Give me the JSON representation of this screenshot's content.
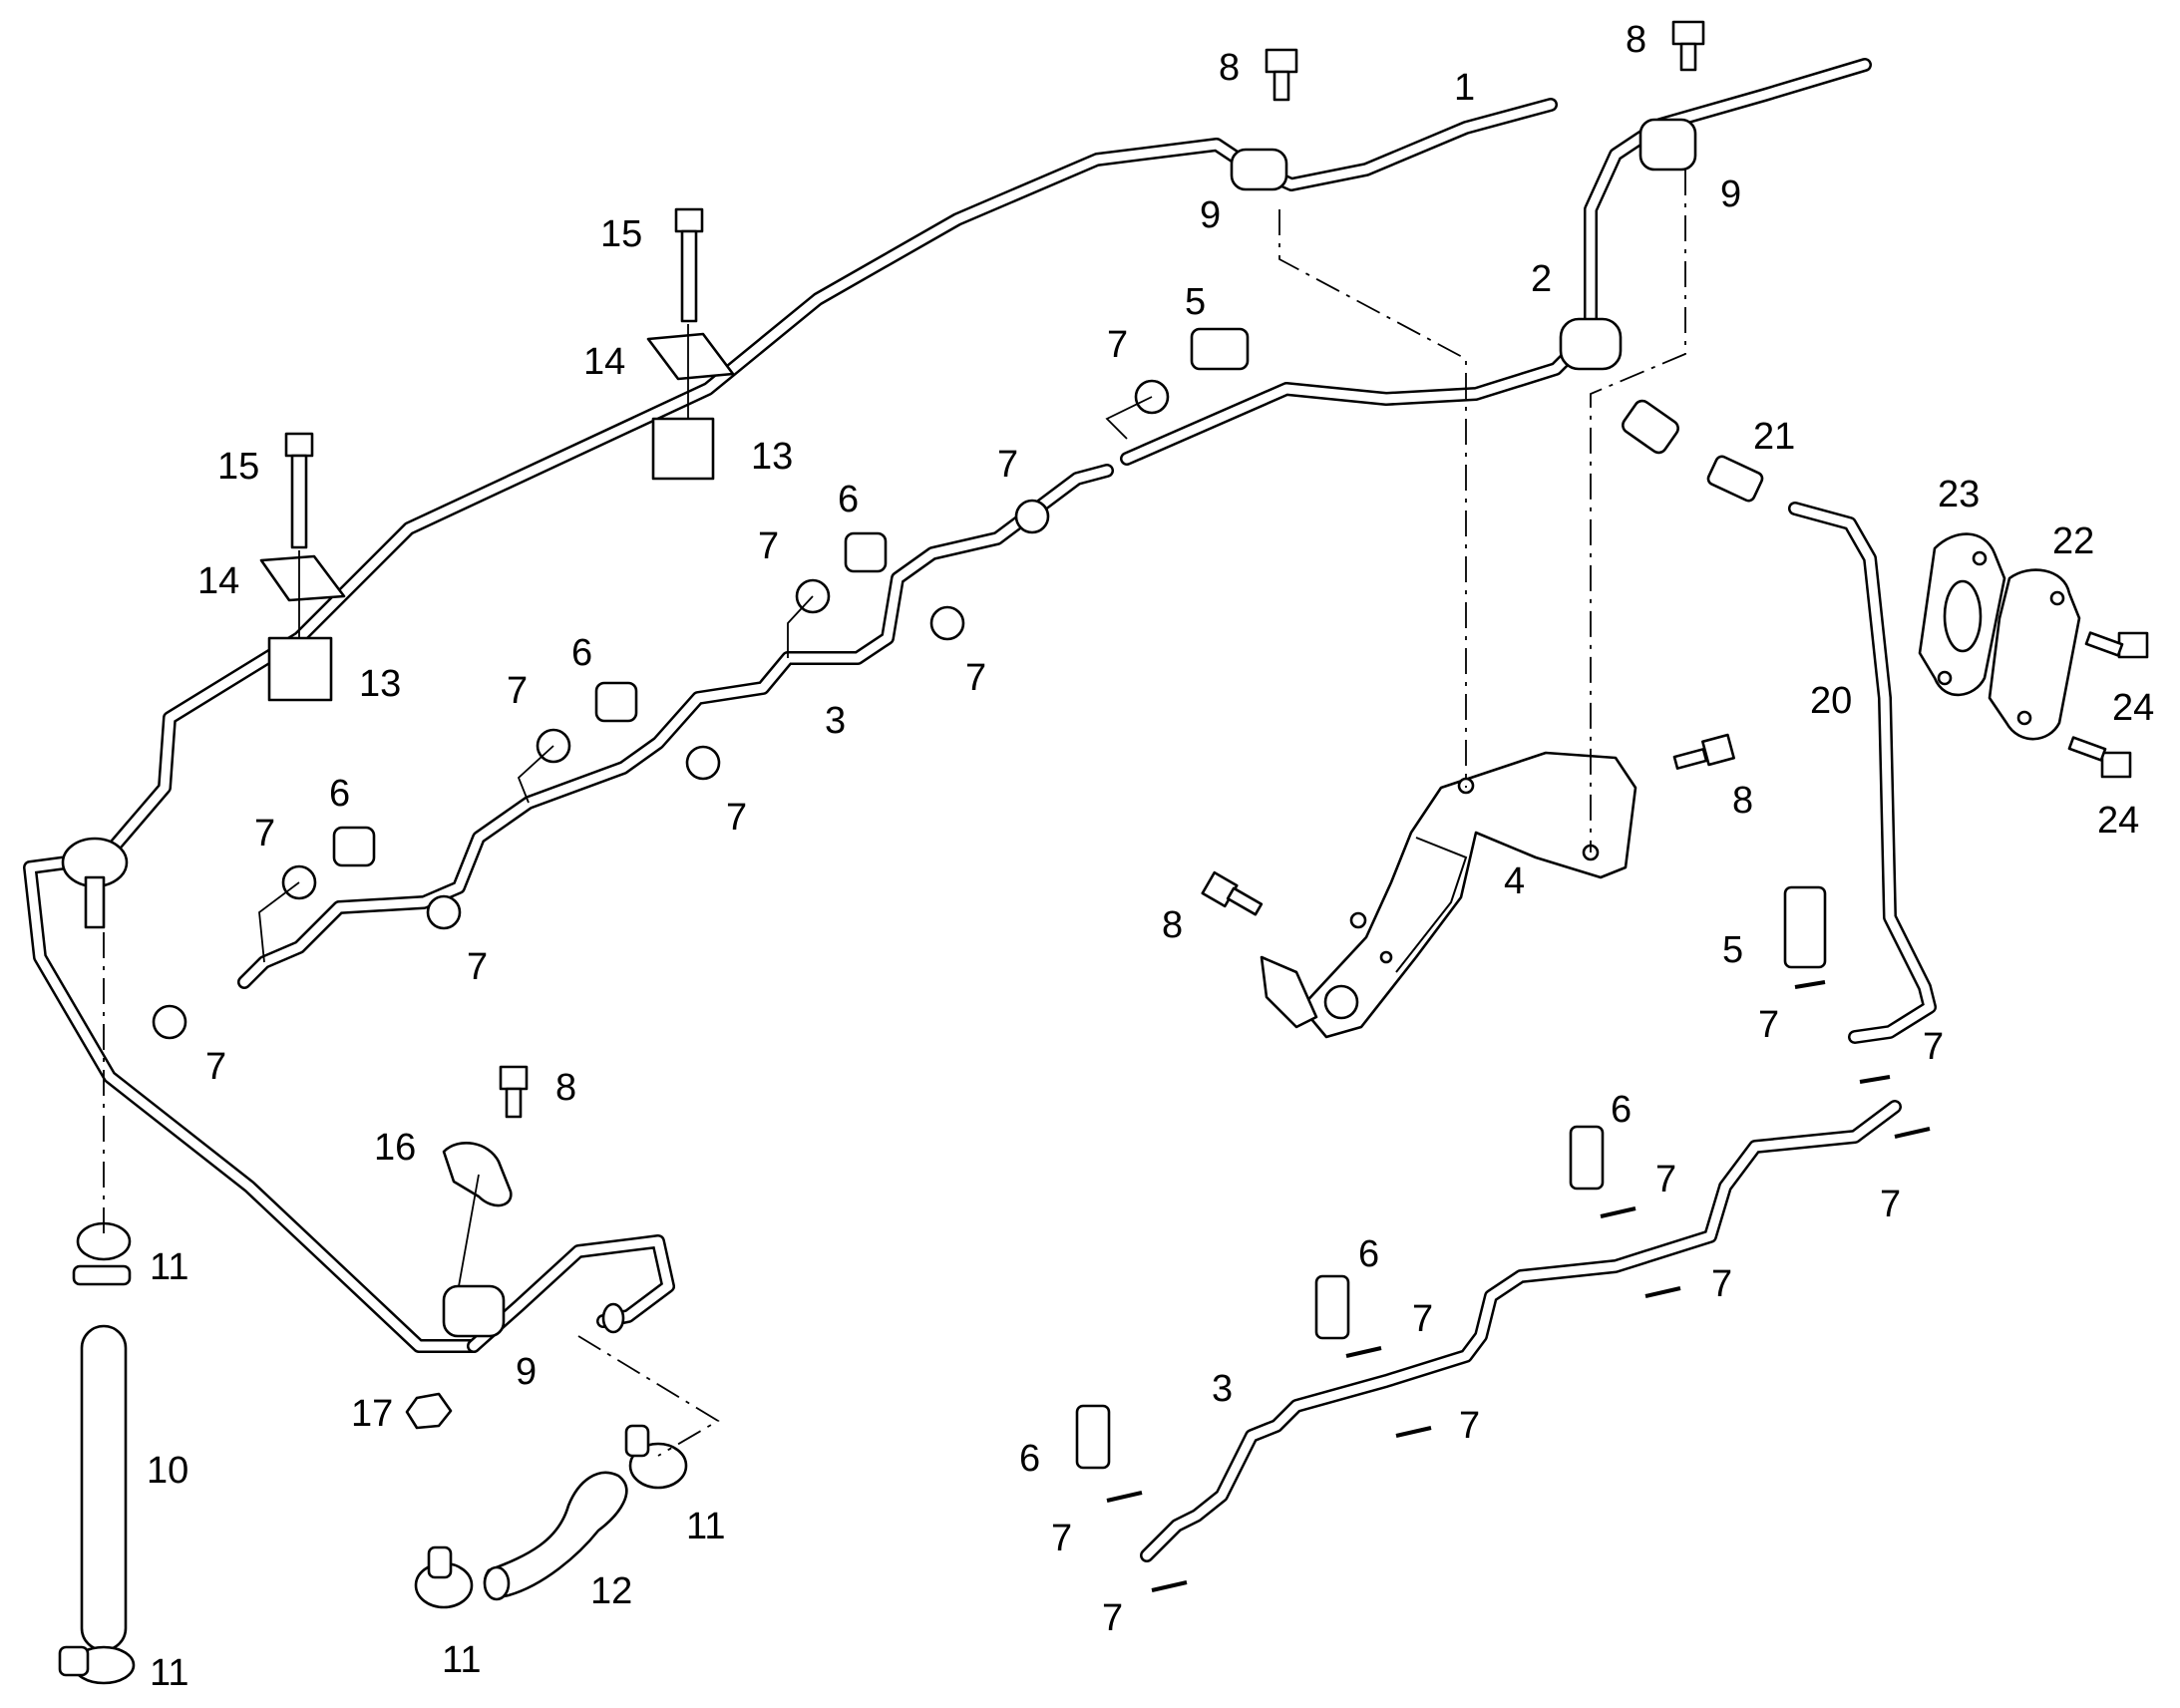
{
  "callouts": {
    "c1": "1",
    "c2": "2",
    "c3a": "3",
    "c3b": "3",
    "c4": "4",
    "c5a": "5",
    "c5b": "5",
    "c6a": "6",
    "c6b": "6",
    "c6c": "6",
    "c6d": "6",
    "c6e": "6",
    "c6f": "6",
    "c7a": "7",
    "c7b": "7",
    "c7c": "7",
    "c7d": "7",
    "c7e": "7",
    "c7f": "7",
    "c7g": "7",
    "c7h": "7",
    "c7i": "7",
    "c7j": "7",
    "c7k": "7",
    "c7l": "7",
    "c7m": "7",
    "c7n": "7",
    "c7o": "7",
    "c7p": "7",
    "c8a": "8",
    "c8b": "8",
    "c8c": "8",
    "c8d": "8",
    "c8e": "8",
    "c9a": "9",
    "c9b": "9",
    "c9c": "9",
    "c10": "10",
    "c11a": "11",
    "c11b": "11",
    "c11c": "11",
    "c11d": "11",
    "c12": "12",
    "c13a": "13",
    "c13b": "13",
    "c14a": "14",
    "c14b": "14",
    "c15a": "15",
    "c15b": "15",
    "c16": "16",
    "c17": "17",
    "c20": "20",
    "c21": "21",
    "c22": "22",
    "c23": "23",
    "c24a": "24",
    "c24b": "24"
  },
  "colors": {
    "line": "#000000",
    "background": "#ffffff"
  }
}
